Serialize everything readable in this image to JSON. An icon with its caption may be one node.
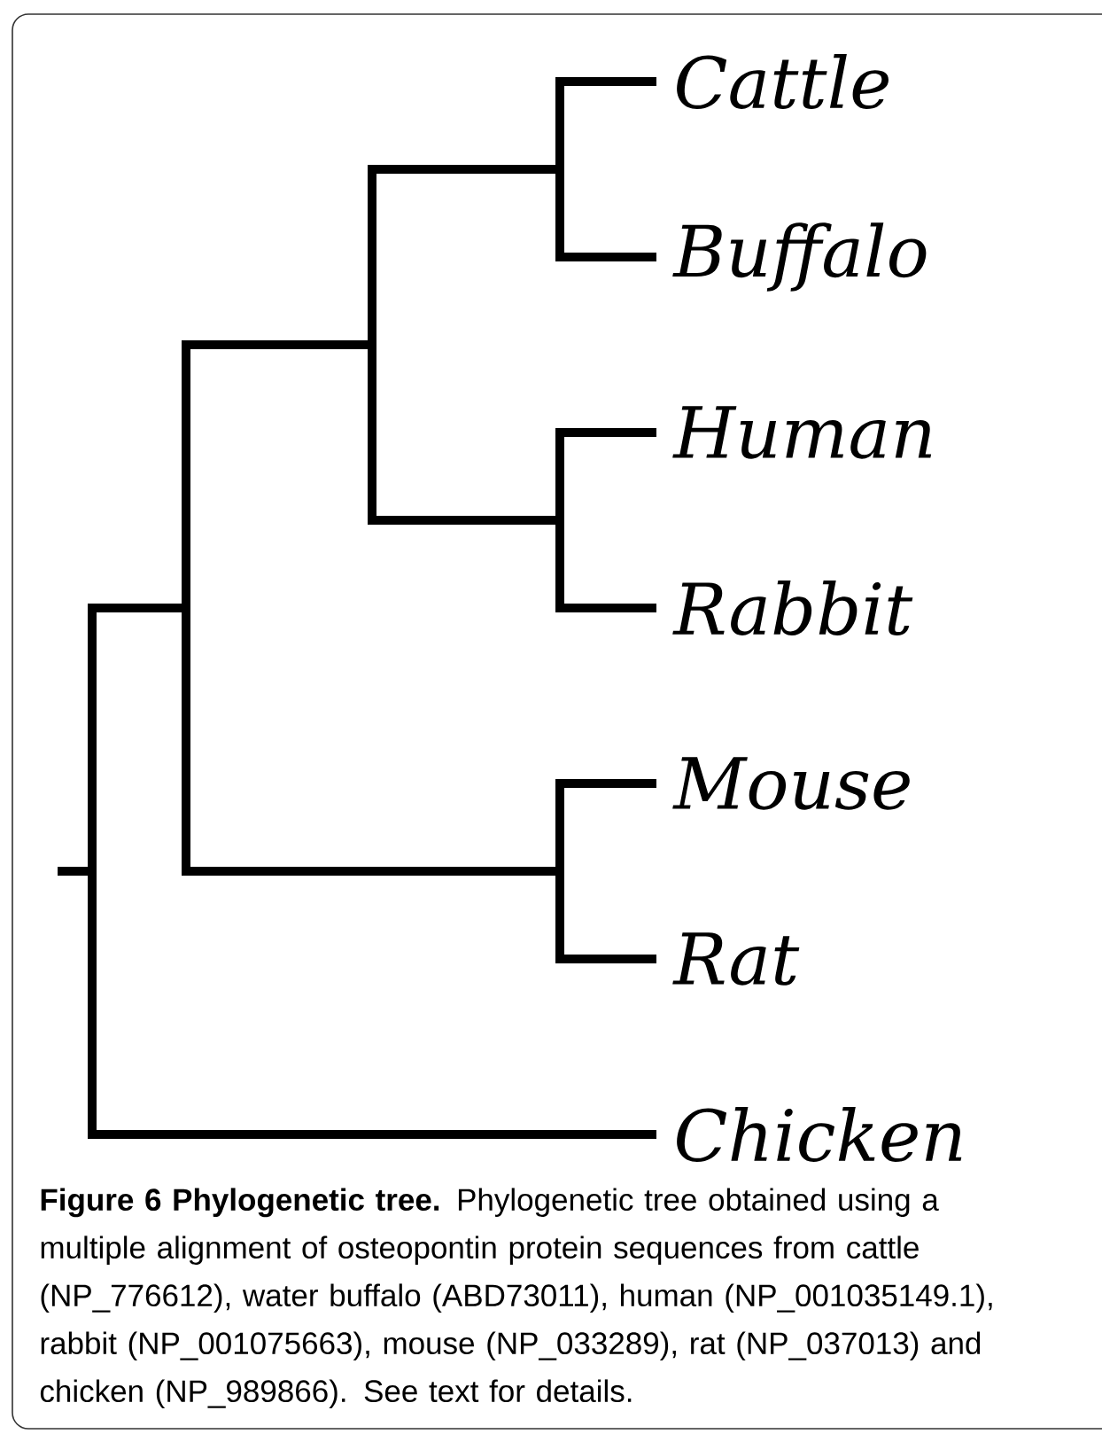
{
  "diagram": {
    "caption": "**Figure 6 Phylogenetic tree.** Phylogenetic tree obtained using a multiple alignment of osteopontin protein sequences from cattle (NP_776612), water buffalo (ABD73011), human (NP_001035149.1), rabbit (NP_001075663), mouse (NP_033289), rat (NP_037013) and chicken (NP_989866). See text for details.",
    "nodes": [
      {
        "text": [
          "Cattle"
        ]
      },
      {
        "text": [
          "Buffalo"
        ]
      },
      {
        "text": [
          "Human"
        ]
      },
      {
        "text": [
          "Rabbit"
        ]
      },
      {
        "text": [
          "Mouse"
        ]
      },
      {
        "text": [
          "Rat"
        ]
      },
      {
        "text": [
          "Chicken"
        ]
      }
    ]
  }
}
